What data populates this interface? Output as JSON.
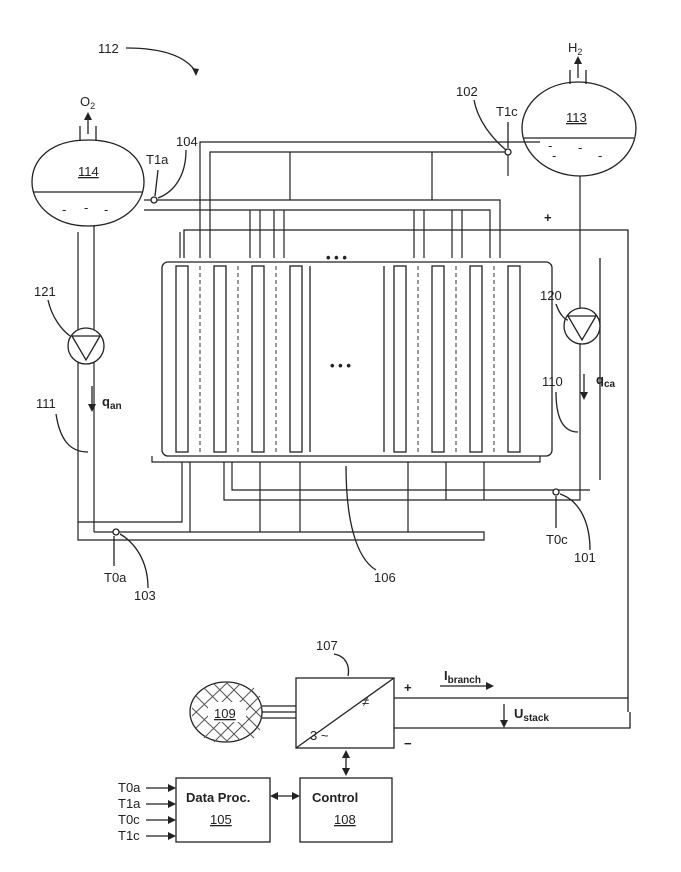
{
  "labels": {
    "system": "112",
    "o2_outlet": "O",
    "o2_sub": "2",
    "h2_outlet": "H",
    "h2_sub": "2",
    "anode_separator": "114",
    "cathode_separator": "113",
    "pump_anode": "121",
    "pump_cathode": "120",
    "line_anode": "111",
    "line_cathode": "110",
    "flow_anode": "q",
    "flow_anode_sub": "an",
    "flow_cathode": "q",
    "flow_cathode_sub": "ca",
    "sensor_t1a": "T1a",
    "sensor_t1c": "T1c",
    "sensor_t0a": "T0a",
    "sensor_t0c": "T0c",
    "ref_104": "104",
    "ref_102": "102",
    "ref_103": "103",
    "ref_101": "101",
    "ref_106": "106",
    "ref_107": "107",
    "ref_109": "109",
    "plus_stack": "+",
    "minus_stack": "−",
    "plus_conv": "+",
    "minus_conv": "−",
    "i_branch": "I",
    "i_branch_sub": "branch",
    "u_stack": "U",
    "u_stack_sub": "stack",
    "three_phase": "3 ~",
    "ne_symbol": "≠",
    "ellipsis_top": "• • •",
    "ellipsis_mid": "• • •",
    "dash_mark": "-"
  },
  "blocks": {
    "data_proc_title": "Data Proc.",
    "data_proc_ref": "105",
    "control_title": "Control",
    "control_ref": "108"
  },
  "inputs": [
    "T0a",
    "T1a",
    "T0c",
    "T1c"
  ]
}
